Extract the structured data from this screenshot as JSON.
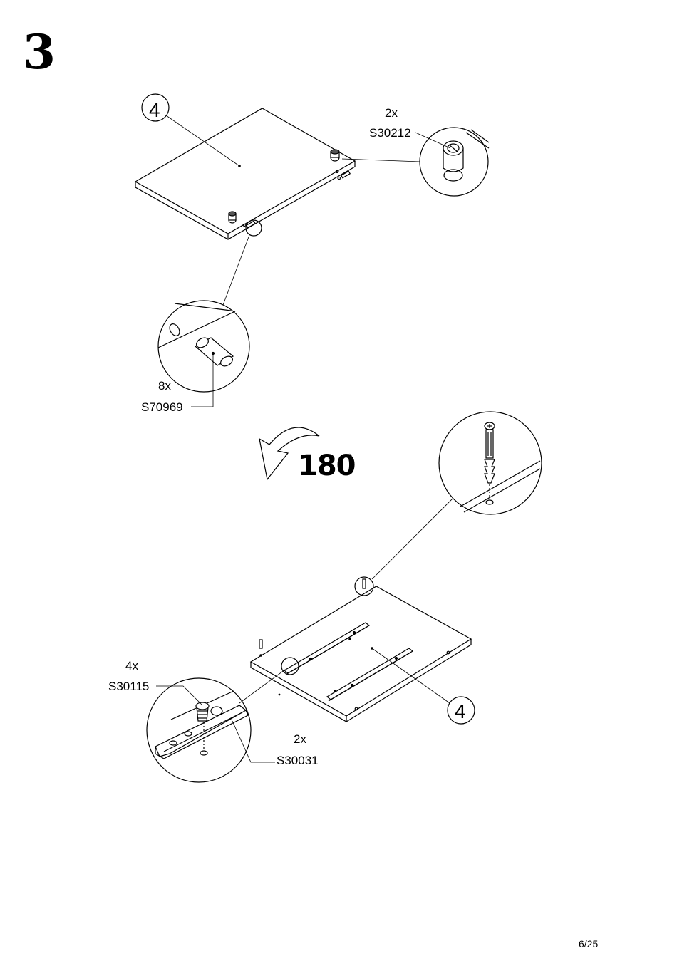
{
  "step": {
    "number": "3"
  },
  "top_panel": {
    "part_number": "4",
    "cam_lock": {
      "quantity": "2x",
      "code": "S30212"
    },
    "dowel": {
      "quantity": "8x",
      "code": "S70969"
    }
  },
  "rotation": {
    "value": "180",
    "unit_symbol": "○"
  },
  "bottom_panel": {
    "part_number": "4",
    "screw": {
      "quantity": "4x",
      "code": "S30115"
    },
    "rail": {
      "quantity": "2x",
      "code": "S30031"
    }
  },
  "page": {
    "number": "6/25"
  },
  "colors": {
    "ink": "#000000",
    "paper": "#ffffff"
  }
}
